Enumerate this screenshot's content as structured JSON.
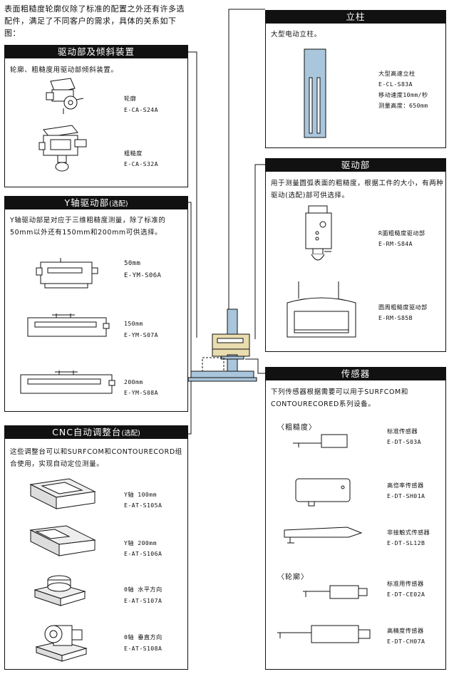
{
  "intro": "表面粗糙度轮廓仪除了标准的配置之外还有许多选配件，满足了不同客户的需求，具体的关系如下图：",
  "drive_tilt": {
    "title": "驱动部及倾斜装置",
    "desc": "轮廓、粗糙度用驱动部倾斜装置。",
    "items": [
      {
        "name": "轮廓",
        "code": "E-CA-S24A"
      },
      {
        "name": "粗糙度",
        "code": "E-CA-S32A"
      }
    ]
  },
  "y_axis": {
    "title": "Y轴驱动部",
    "title_note": "(选配)",
    "desc": "Y轴驱动部是对应于三维粗糙度测量，除了标准的50mm以外还有150mm和200mm可供选择。",
    "items": [
      {
        "name": "50mm",
        "code": "E-YM-S06A"
      },
      {
        "name": "150mm",
        "code": "E-YM-S07A"
      },
      {
        "name": "200mm",
        "code": "E-YM-S08A"
      }
    ]
  },
  "cnc": {
    "title": "CNC自动调整台",
    "title_note": "(选配)",
    "desc": "这些调整台可以和SURFCOM和CONTOURECORD组合使用，实现自动定位测量。",
    "items": [
      {
        "name": "Y轴 100mm",
        "code": "E-AT-S105A"
      },
      {
        "name": "Y轴 200mm",
        "code": "E-AT-S106A"
      },
      {
        "name": "θ轴 水平方向",
        "code": "E-AT-S107A"
      },
      {
        "name": "θ轴 垂直方向",
        "code": "E-AT-S108A"
      }
    ]
  },
  "column": {
    "title": "立柱",
    "desc": "大型电动立柱。",
    "lines": [
      "大型高速立柱",
      "E-CL-S83A",
      "移动速度10mm/秒",
      "测量高度：650mm"
    ]
  },
  "drive": {
    "title": "驱动部",
    "desc": "用于测量圆弧表面的粗糙度，根据工件的大小，有两种驱动(选配)部可供选择。",
    "items": [
      {
        "name": "R面粗糙度驱动部",
        "code": "E-RM-S84A"
      },
      {
        "name": "圆周粗糙度驱动部",
        "code": "E-RM-S85B"
      }
    ]
  },
  "sensor": {
    "title": "传感器",
    "desc": "下列传感器根据需要可以用于SURFCOM和CONTOURECORED系列设备。",
    "group_rough": "〈粗糙度〉",
    "group_contour": "〈轮廓〉",
    "items": [
      {
        "name": "标准传感器",
        "code": "E-DT-S03A"
      },
      {
        "name": "高倍率传感器",
        "code": "E-DT-SH01A"
      },
      {
        "name": "非接触式传感器",
        "code": "E-DT-SL12B"
      },
      {
        "name": "标准用传感器",
        "code": "E-DT-CE02A"
      },
      {
        "name": "高精度传感器",
        "code": "E-DT-CH07A"
      }
    ]
  },
  "colors": {
    "header_bg": "#111111",
    "machine_blue": "#a9c6dc",
    "machine_sand": "#e9dcae"
  }
}
